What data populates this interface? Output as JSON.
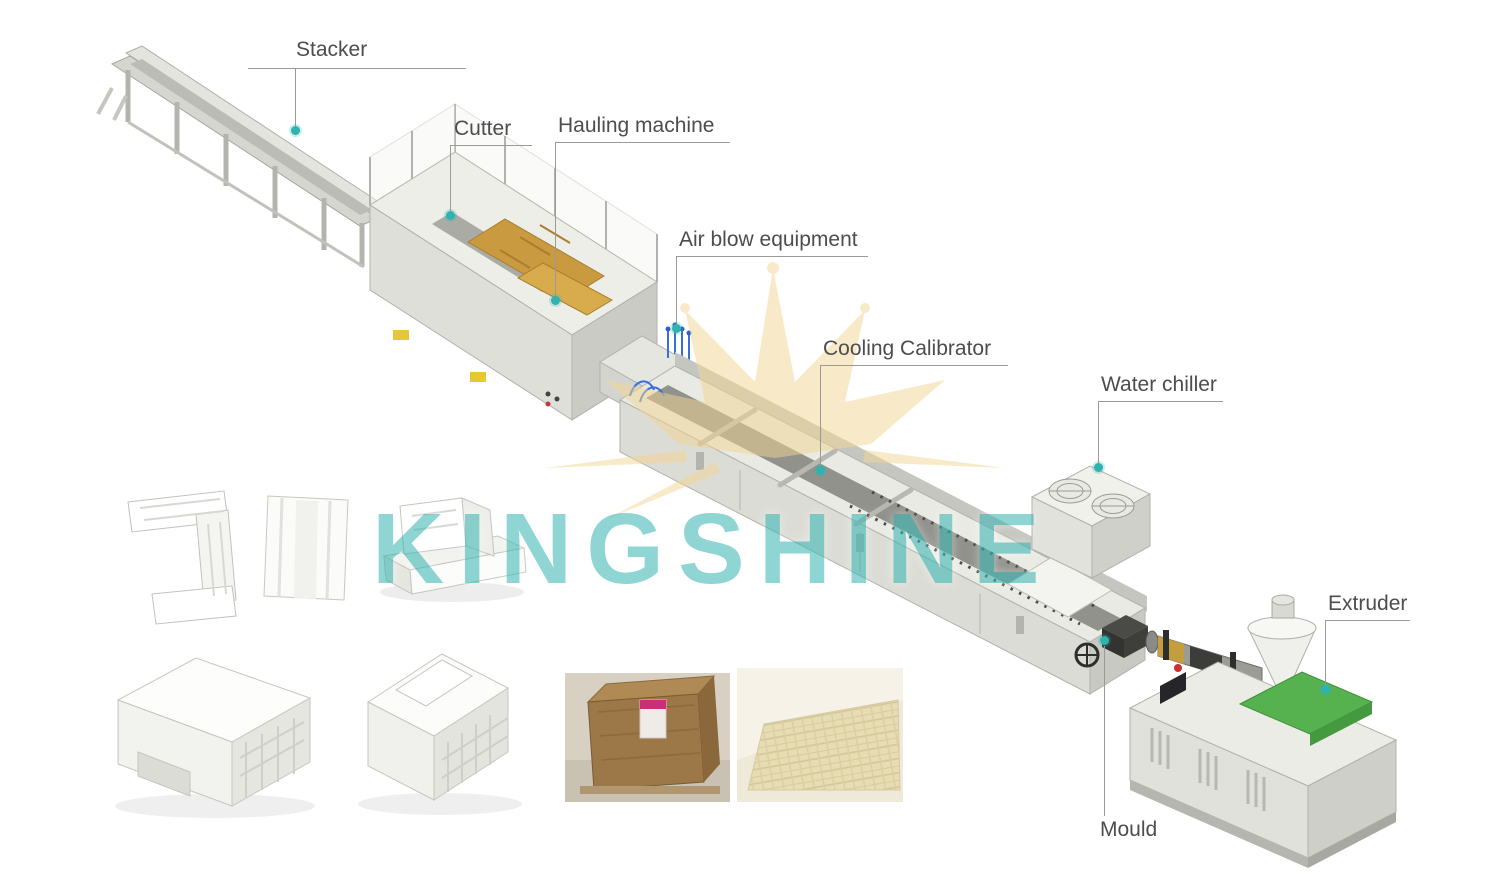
{
  "watermark": {
    "text": "KINGSHINE"
  },
  "labels": {
    "stacker": "Stacker",
    "cutter": "Cutter",
    "hauling_machine": "Hauling machine",
    "air_blow": "Air blow equipment",
    "cooling_calibrator": "Cooling Calibrator",
    "water_chiller": "Water chiller",
    "extruder": "Extruder",
    "mould": "Mould"
  },
  "colors": {
    "background": "#ffffff",
    "label_text": "#4d4d4d",
    "callout_line": "#9a9a9a",
    "callout_dot": "#2fb3ae",
    "watermark_teal": "#3db8b4",
    "watermark_gold": "#f3d692",
    "machine_body": "#ebebe6",
    "accent_orange": "#c99a3f",
    "accent_green": "#55b24e",
    "accent_blue": "#3a6fd8"
  },
  "samples": [
    "pvc-profile-cross-section-1",
    "pvc-profile-cross-section-2",
    "pvc-profile-cross-section-3",
    "white-door-frame-profile-1",
    "white-door-frame-profile-2",
    "wood-grain-profile-photo",
    "stacked-profiles-photo"
  ]
}
